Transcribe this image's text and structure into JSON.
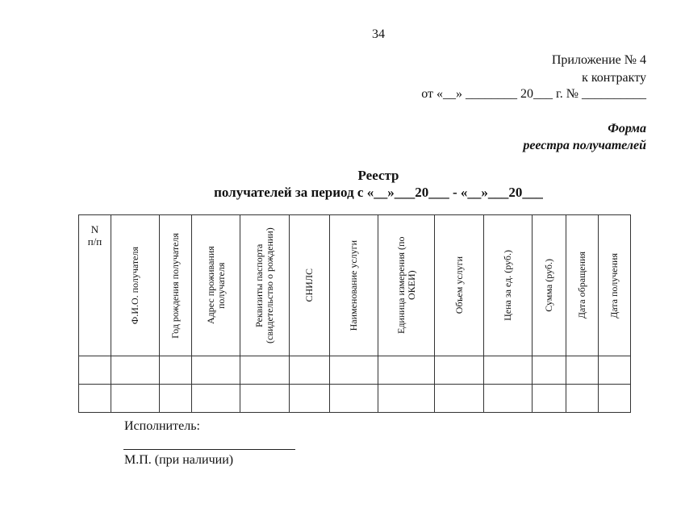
{
  "page": {
    "number": "34"
  },
  "appendix": {
    "title": "Приложение № 4",
    "subtitle": "к контракту",
    "date_line": "от «__» ________ 20___ г. № __________"
  },
  "form": {
    "label": "Форма",
    "name": "реестра получателей"
  },
  "registry": {
    "title": "Реестр",
    "period": "получателей за период с «__»___20___  -   «__»___20___"
  },
  "table": {
    "columns": [
      "N\nп/п",
      "Ф.И.О. получателя",
      "Год рождения получателя",
      "Адрес проживания получателя",
      "Реквизиты паспорта (свидетельство о рождении)",
      "СНИЛС",
      "Наименование услуги",
      "Единица измерения (по ОКЕИ)",
      "Объем услуги",
      "Цена за ед. (руб.)",
      "Сумма (руб.)",
      "Дата обращения",
      "Дата получения"
    ],
    "empty_rows": 2
  },
  "footer": {
    "executor": "Исполнитель:",
    "stamp": "М.П. (при наличии)"
  }
}
